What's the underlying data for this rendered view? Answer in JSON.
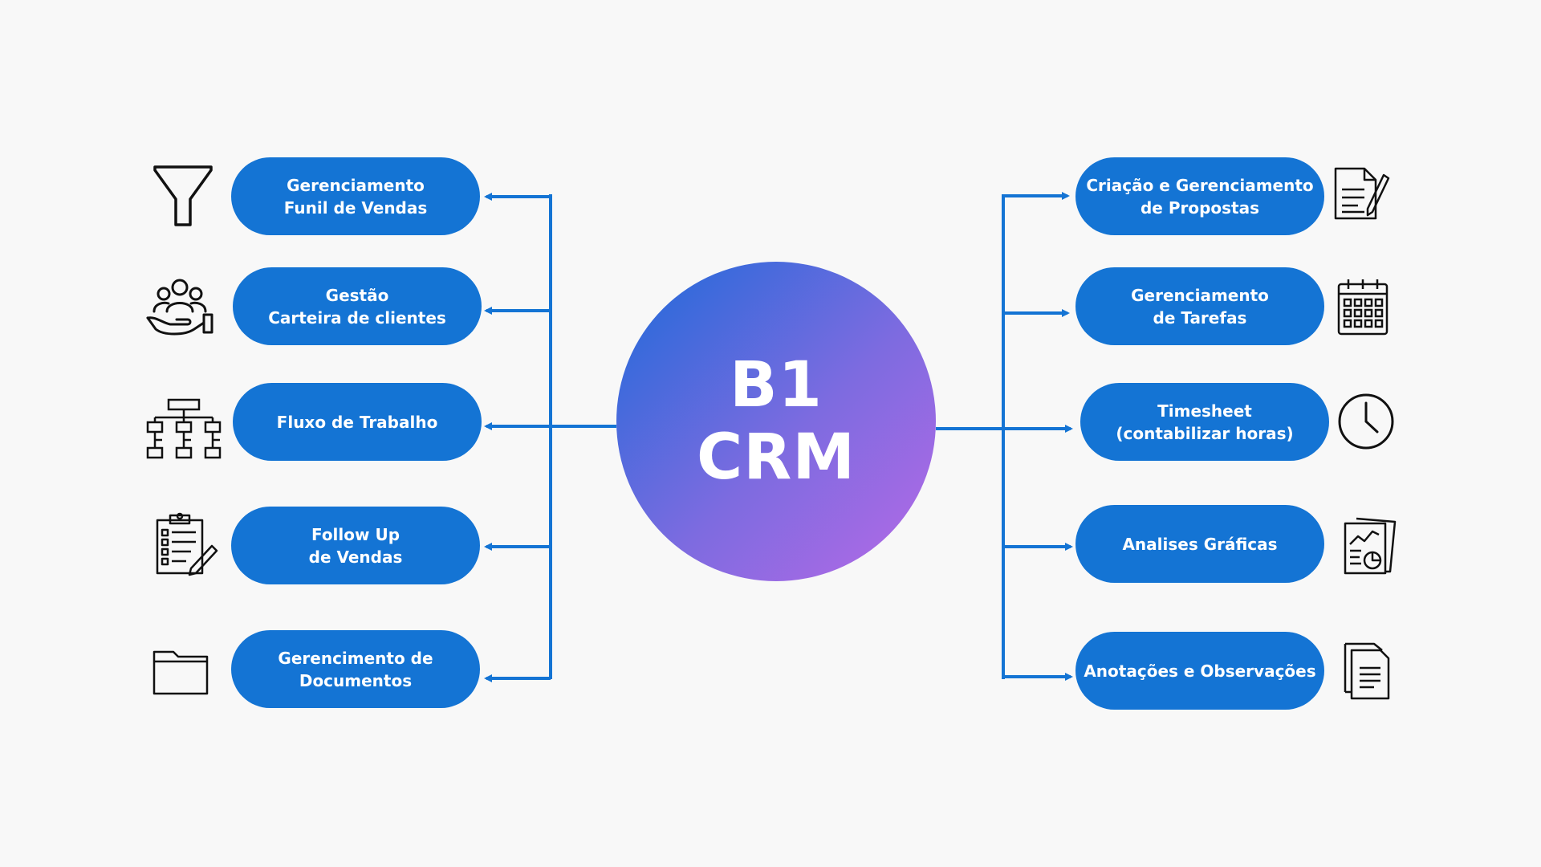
{
  "center": {
    "line1": "B1",
    "line2": "CRM"
  },
  "colors": {
    "accent": "#1474d4",
    "gradient_start": "#1d6ad9",
    "gradient_end": "#b76ae6",
    "background": "#f8f8f8"
  },
  "left": [
    {
      "line1": "Gerenciamento",
      "line2": "Funil de Vendas",
      "icon": "funnel-icon"
    },
    {
      "line1": "Gestão",
      "line2": "Carteira de clientes",
      "icon": "clients-hand-icon"
    },
    {
      "line1": "Fluxo de Trabalho",
      "line2": "",
      "icon": "org-chart-icon"
    },
    {
      "line1": "Follow Up",
      "line2": "de Vendas",
      "icon": "clipboard-checklist-icon"
    },
    {
      "line1": "Gerencimento de",
      "line2": "Documentos",
      "icon": "folder-icon"
    }
  ],
  "right": [
    {
      "line1": "Criação e Gerenciamento",
      "line2": "de Propostas",
      "icon": "document-pen-icon"
    },
    {
      "line1": "Gerenciamento",
      "line2": "de Tarefas",
      "icon": "calendar-icon"
    },
    {
      "line1": "Timesheet",
      "line2": "(contabilizar horas)",
      "icon": "clock-icon"
    },
    {
      "line1": "Analises Gráficas",
      "line2": "",
      "icon": "report-chart-icon"
    },
    {
      "line1": "Anotações e Observações",
      "line2": "",
      "icon": "notes-icon"
    }
  ]
}
